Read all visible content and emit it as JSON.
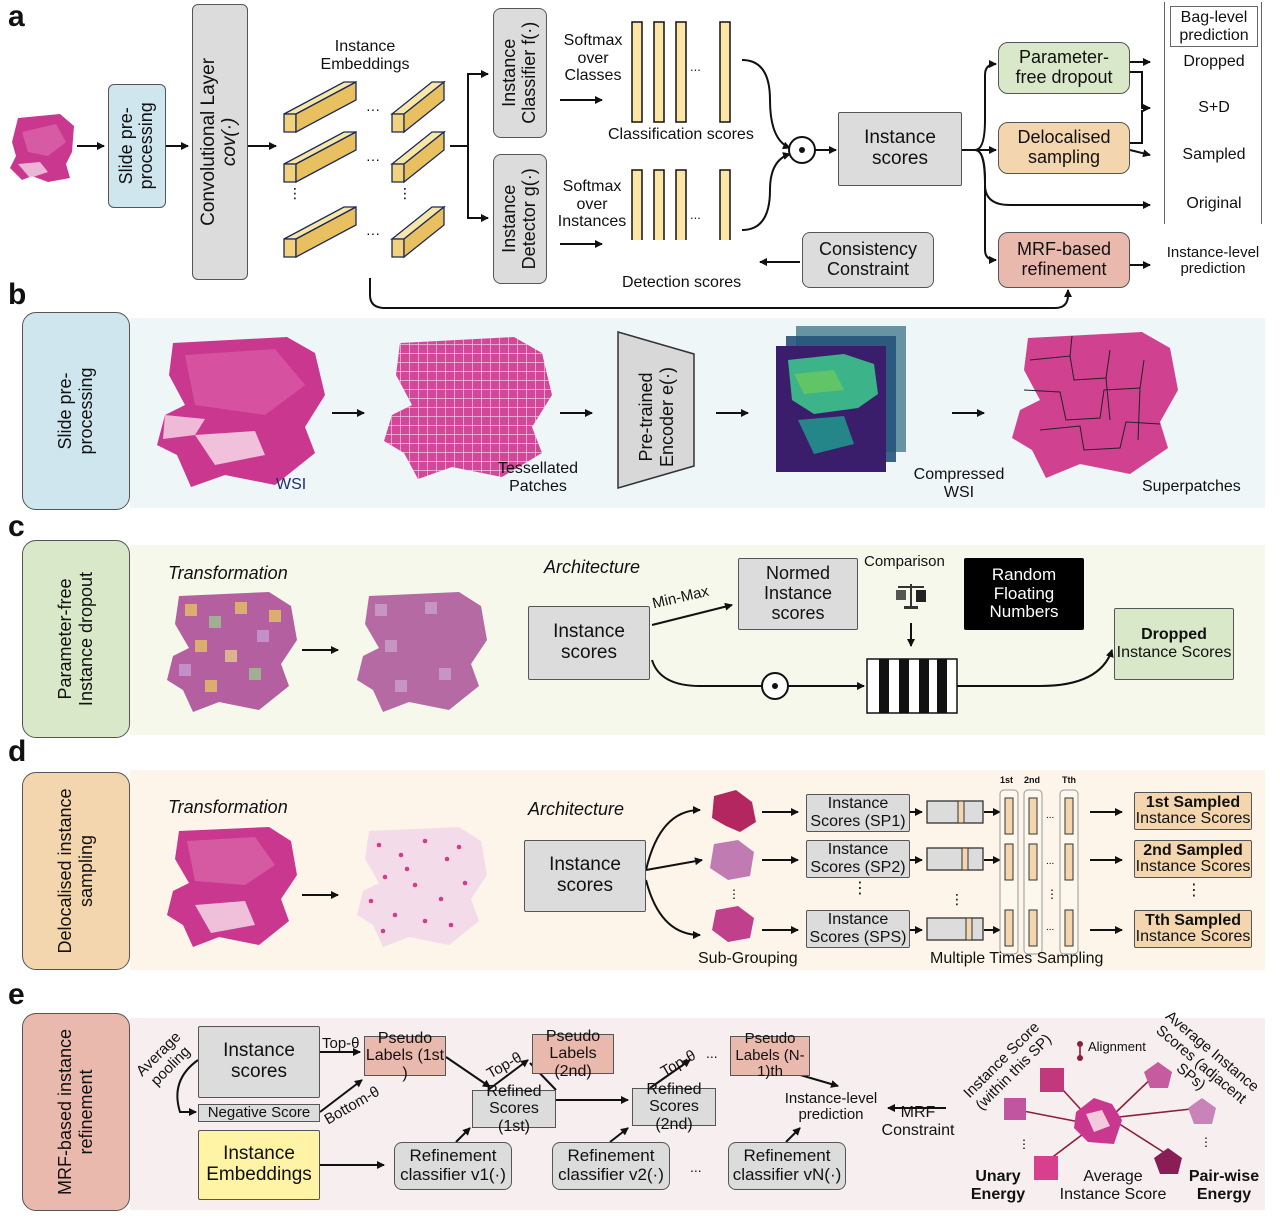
{
  "panels": {
    "a": "a",
    "b": "b",
    "c": "c",
    "d": "d",
    "e": "e"
  },
  "a": {
    "preprocess": "Slide pre-processing",
    "conv_line1": "Convolutional Layer",
    "conv_line2": "cov(·)",
    "embeddings": "Instance Embeddings",
    "classifier": "Instance Classifier f(·)",
    "detector": "Instance Detector g(·)",
    "softmax_classes": "Softmax over Classes",
    "softmax_instances": "Softmax over Instances",
    "classification_scores": "Classification scores",
    "detection_scores": "Detection scores",
    "instance_scores": "Instance scores",
    "consistency": "Consistency Constraint",
    "param_free": "Parameter-free dropout",
    "delocalised": "Delocalised sampling",
    "mrf": "MRF-based refinement",
    "bag_level": "Bag-level prediction",
    "dropped": "Dropped",
    "sd": "S+D",
    "sampled": "Sampled",
    "original": "Original",
    "instance_level": "Instance-level prediction",
    "hadamard": "⊙",
    "ellipsis": "..."
  },
  "b": {
    "side": "Slide pre-processing",
    "wsi": "WSI",
    "tessellated": "Tessellated Patches",
    "encoder": "Pre-trained Encoder e(·)",
    "compressed": "Compressed WSI",
    "superpatches": "Superpatches"
  },
  "c": {
    "side": "Parameter-free Instance dropout",
    "transformation": "Transformation",
    "architecture": "Architecture",
    "instance_scores": "Instance scores",
    "minmax": "Min-Max",
    "normed": "Normed Instance scores",
    "comparison": "Comparison",
    "random": "Random Floating Numbers",
    "dropped_bold": "Dropped",
    "dropped_rest": "Instance Scores"
  },
  "d": {
    "side": "Delocalised instance sampling",
    "transformation": "Transformation",
    "architecture": "Architecture",
    "instance_scores": "Instance scores",
    "sp1": "Instance Scores (SP1)",
    "sp2": "Instance Scores (SP2)",
    "sps": "Instance Scores (SPS)",
    "sub_grouping": "Sub-Grouping",
    "multiple": "Multiple Times Sampling",
    "t1": "1st",
    "t2": "2nd",
    "tt": "Tth",
    "out1_bold": "1st Sampled",
    "out2_bold": "2nd Sampled",
    "outt_bold": "Tth Sampled",
    "out_rest": "Instance Scores"
  },
  "e": {
    "side": "MRF-based instance refinement",
    "avg_pooling": "Average pooling",
    "instance_scores": "Instance scores",
    "negative": "Negative Score",
    "embeddings": "Instance Embeddings",
    "top": "Top-θ",
    "bottom": "Bottom-θ",
    "pseudo1": "Pseudo Labels (1st )",
    "pseudo2": "Pseudo Labels (2nd)",
    "pseudon": "Pseudo Labels (N-1)th",
    "refined1": "Refined Scores (1st)",
    "refined2": "Refined Scores (2nd)",
    "inst_pred": "Instance-level prediction",
    "mrf_constraint": "MRF Constraint",
    "ref1": "Refinement classifier v1(·)",
    "ref2": "Refinement classifier v2(·)",
    "refn": "Refinement classifier vN(·)",
    "inst_within": "Instance Score (within this SP)",
    "alignment": "Alignment",
    "avg_adjacent": "Average Instance Scores (adjacent SPs)",
    "unary": "Unary Energy",
    "avg_score": "Average Instance Score",
    "pairwise": "Pair-wise Energy",
    "ellipsis": "..."
  },
  "colors": {
    "grey_box": "#dcdcdc",
    "blue_box": "#cfe6ee",
    "green_box": "#d9e8c8",
    "orange_box": "#f4d6ae",
    "pink_box": "#eab9ae",
    "yellow_box": "#fff3a6",
    "tissue": "#c9378f",
    "bar": "#fbe6a5",
    "output_para": "#b7cbe8"
  }
}
